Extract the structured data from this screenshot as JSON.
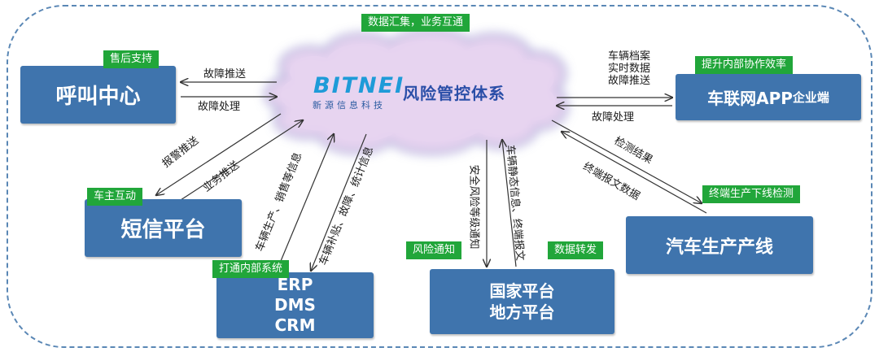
{
  "cloud": {
    "logo": "BITNEI",
    "logo_sub": "新源信息科技",
    "title": "风险管控体系",
    "top_tag": "数据汇集，业务互通"
  },
  "nodes": {
    "call_center": {
      "label": "呼叫中心",
      "tag": "售后支持"
    },
    "sms": {
      "label": "短信平台",
      "tag": "车主互动"
    },
    "erp": {
      "lines": [
        "ERP",
        "DMS",
        "CRM"
      ],
      "tag": "打通内部系统"
    },
    "gov": {
      "lines": [
        "国家平台",
        "地方平台"
      ],
      "tag_left": "风险通知",
      "tag_right": "数据转发"
    },
    "app": {
      "label": "车联网APP",
      "label_small": "企业端",
      "tag": "提升内部协作效率"
    },
    "factory": {
      "label": "汽车生产产线",
      "tag": "终端生产下线检测"
    }
  },
  "edges": {
    "cc_push": "故障推送",
    "cc_handle": "故障处理",
    "sms_alarm": "报警推送",
    "sms_biz": "业务推送",
    "erp_sales": "车辆生产、销售等信息",
    "erp_subsidy": "车辆补贴、故障、统计信息",
    "gov_safety": "安全风险等级通知",
    "gov_static": "车辆静态信息、终端报文",
    "app_files": [
      "车辆档案",
      "实时数据",
      "故障推送"
    ],
    "app_handle": "故障处理",
    "fac_result": "检测结果",
    "fac_msg": "终端报文数据"
  },
  "colors": {
    "box": "#3f74ad",
    "tag": "#21a63a",
    "cloud": "#e6d3f0",
    "frame": "#5a87b5"
  }
}
